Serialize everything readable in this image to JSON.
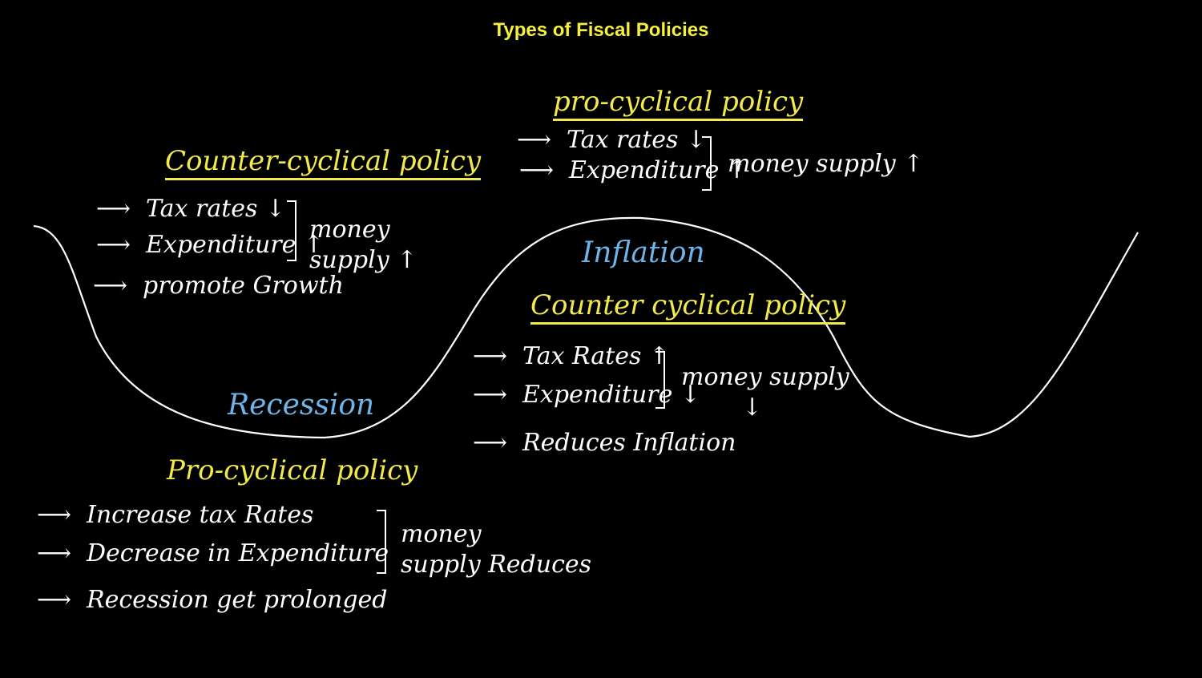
{
  "title": "Types of Fiscal Policies",
  "colors": {
    "background": "#000000",
    "title": "#f5f03c",
    "heading": "#f2e94a",
    "phase": "#6fb4e8",
    "ink": "#ffffff"
  },
  "curve_label": "business-cycle-curve",
  "top_left": {
    "heading": "Counter-cyclical policy",
    "items": [
      "Tax rates ↓",
      "Expenditure ↑",
      "promote Growth"
    ],
    "bracket_note": [
      "money",
      "supply ↑"
    ]
  },
  "top_right": {
    "heading": "pro-cyclical policy",
    "items": [
      "Tax rates ↓",
      "Expenditure ↑"
    ],
    "bracket_note": "money supply ↑"
  },
  "phases": {
    "inflation": "Inflation",
    "recession": "Recession"
  },
  "mid_right": {
    "heading": "Counter cyclical policy",
    "items": [
      "Tax Rates ↑",
      "Expenditure ↓",
      "Reduces Inflation"
    ],
    "bracket_note": [
      "money supply",
      "↓"
    ]
  },
  "bottom_left": {
    "heading": "Pro-cyclical policy",
    "items": [
      "Increase tax Rates",
      "Decrease in Expenditure",
      "Recession get prolonged"
    ],
    "bracket_note": [
      "money",
      "supply Reduces"
    ]
  }
}
